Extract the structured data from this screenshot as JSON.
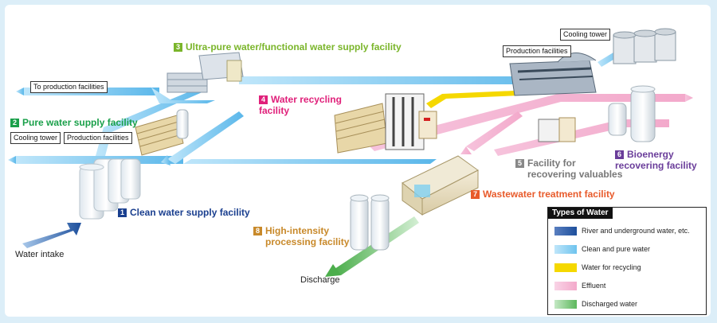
{
  "facilities": {
    "f1": {
      "number": "1",
      "label": "Clean water supply facility",
      "color": "#1a3f8f"
    },
    "f2": {
      "number": "2",
      "label": "Pure water supply facility",
      "color": "#1aa04a"
    },
    "f3": {
      "number": "3",
      "label": "Ultra-pure water/functional water supply facility",
      "color": "#7ab52a"
    },
    "f4": {
      "number": "4",
      "label_line1": "Water recycling",
      "label_line2": "facility",
      "color": "#e0207a"
    },
    "f5": {
      "number": "5",
      "label_line1": "Facility for",
      "label_line2": "recovering valuables",
      "color": "#777777"
    },
    "f6": {
      "number": "6",
      "label_line1": "Bioenergy",
      "label_line2": "recovering facility",
      "color": "#6a3d9a"
    },
    "f7": {
      "number": "7",
      "label": "Wastewater treatment facility",
      "color": "#e85a2a"
    },
    "f8": {
      "number": "8",
      "label_line1": "High-intensity",
      "label_line2": "processing facility",
      "color": "#c8892a"
    }
  },
  "boxes": {
    "to_production": "To production facilities",
    "cooling_tower_left": "Cooling tower",
    "production_left": "Production facilities",
    "production_right": "Production facilities",
    "cooling_tower_right": "Cooling tower"
  },
  "labels": {
    "water_intake": "Water intake",
    "discharge": "Discharge"
  },
  "legend": {
    "title": "Types of Water",
    "items": [
      {
        "label": "River and underground water, etc.",
        "color": "#1d4f9c"
      },
      {
        "label": "Clean and pure water",
        "color": "#6ec3ee"
      },
      {
        "label": "Water for recycling",
        "color": "#f5d800"
      },
      {
        "label": "Effluent",
        "color": "#f3a9cb"
      },
      {
        "label": "Discharged water",
        "color": "#5cb85c"
      }
    ]
  }
}
